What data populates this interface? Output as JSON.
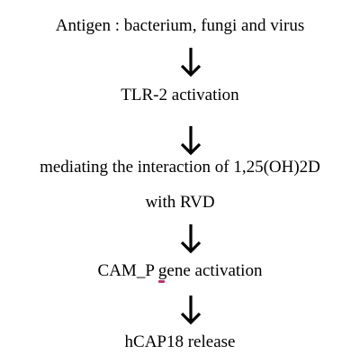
{
  "diagram": {
    "steps": [
      "Antigen : bacterium, fungi and virus",
      "TLR-2 activation",
      "mediating the interaction of 1,25(OH)2D",
      "with RVD",
      "CAM_P gene activation",
      "hCAP18 release"
    ]
  },
  "colors": {
    "text": "#000000",
    "arrow": "#000000",
    "background": "#ffffff",
    "spellcheck_underline": "#c0306a"
  }
}
